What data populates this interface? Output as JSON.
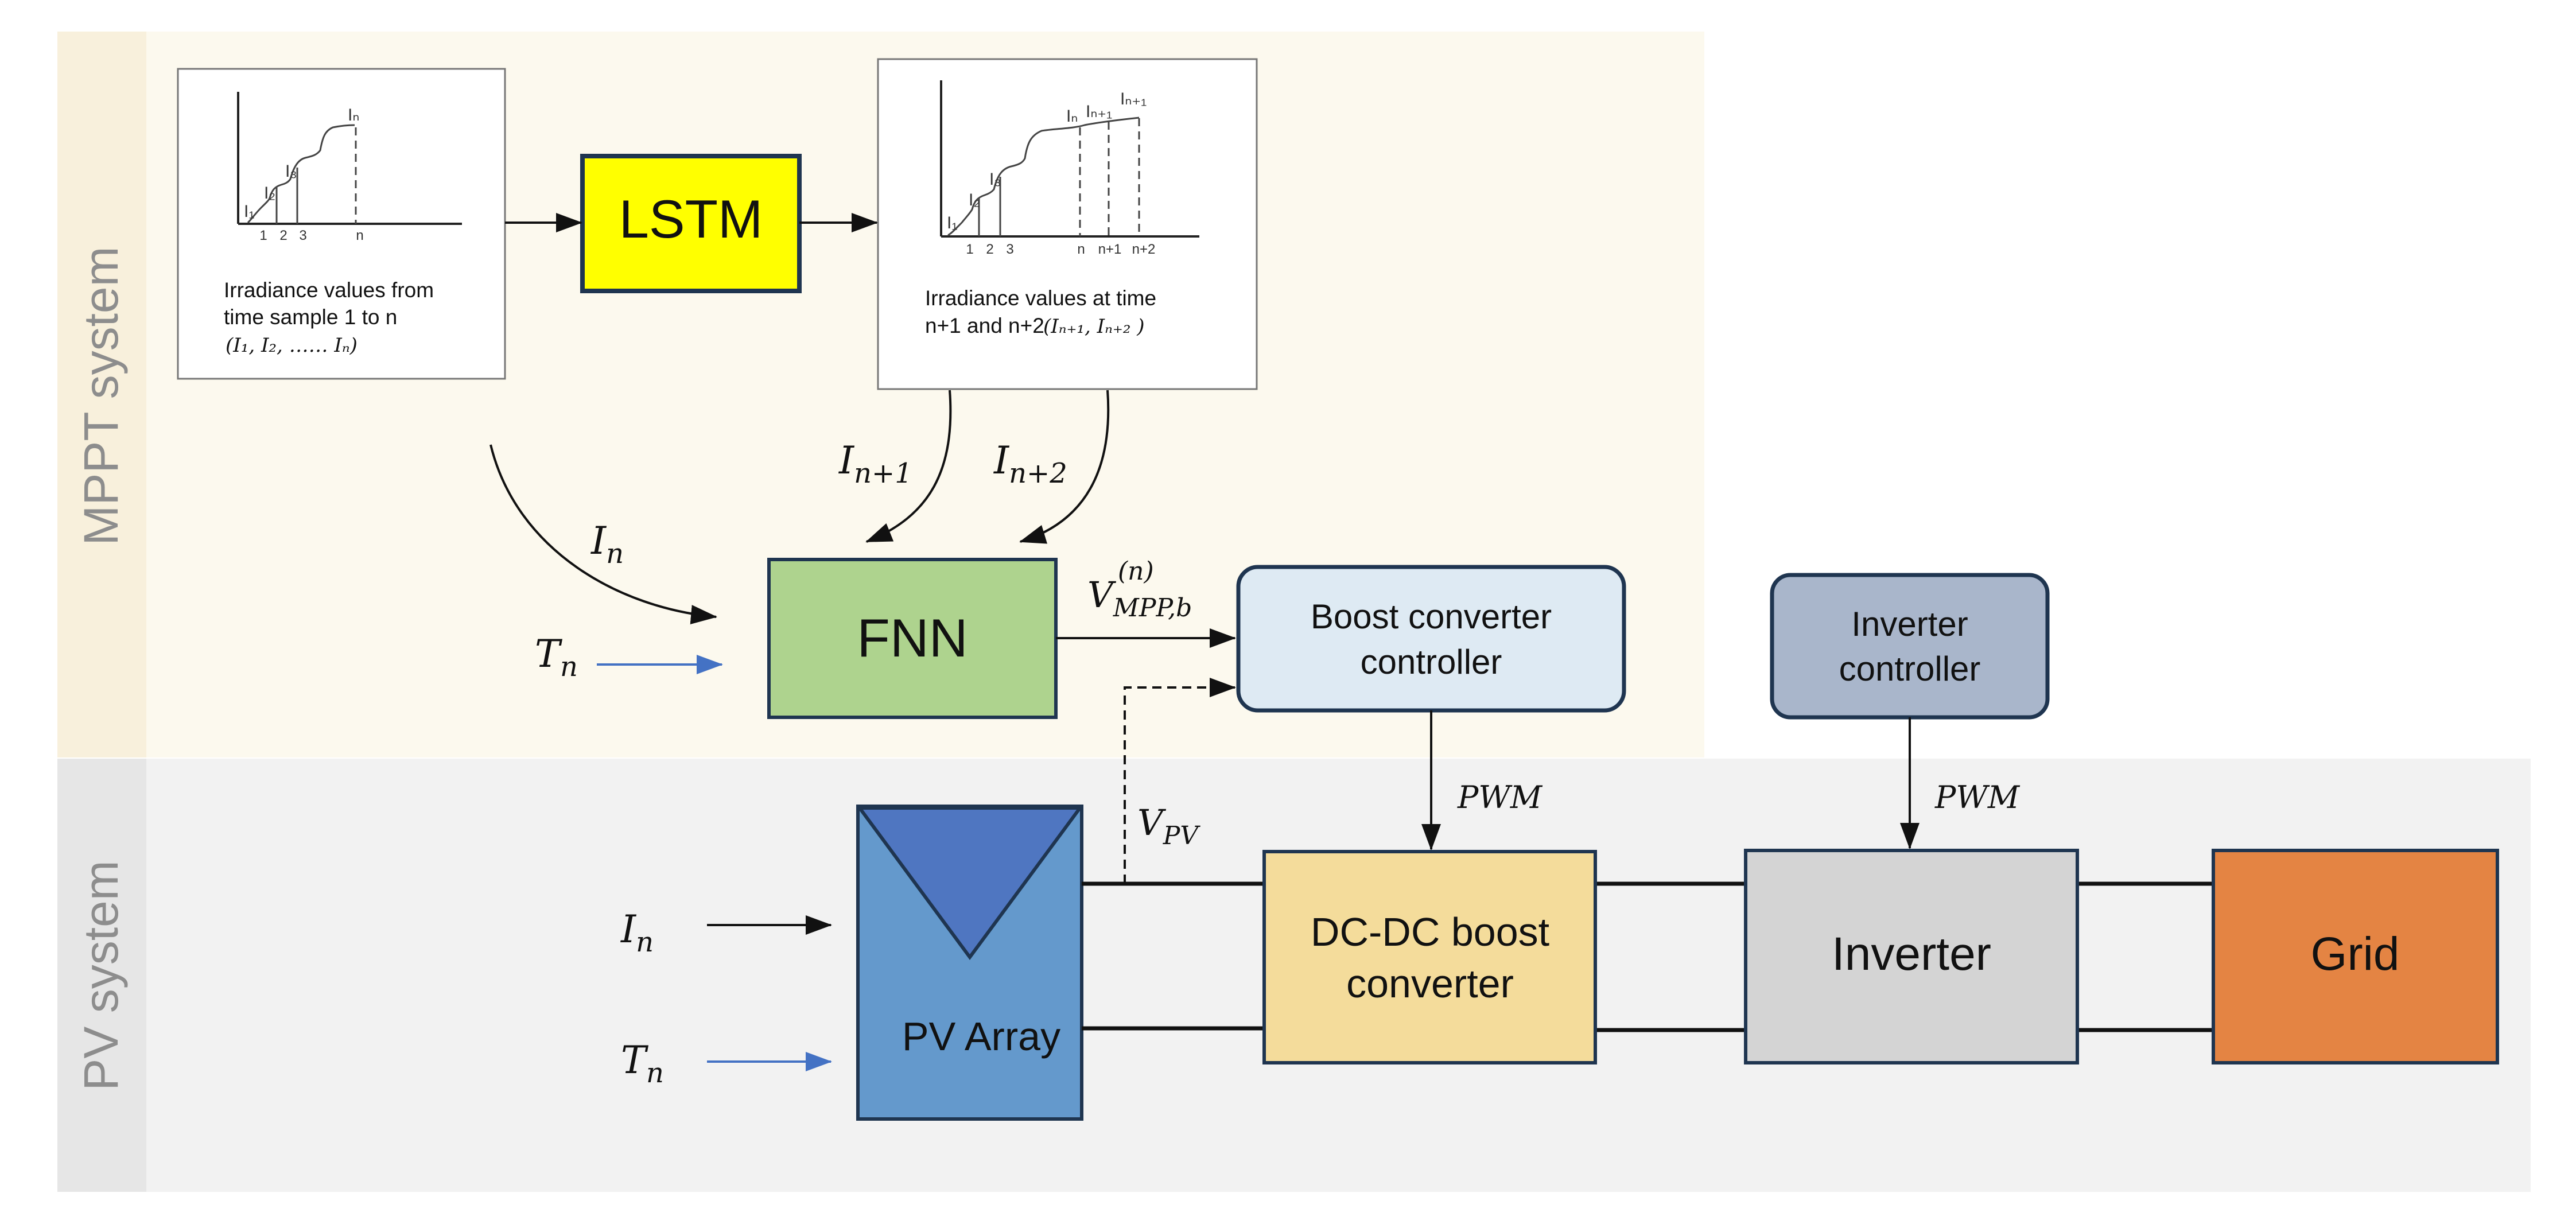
{
  "sections": {
    "mppt": "MPPT system",
    "pv": "PV system"
  },
  "plot_left": {
    "caption_line1": "Irradiance values from",
    "caption_line2": "time sample 1 to n",
    "caption_math": "(I₁, I₂, …… Iₙ)",
    "curve_labels": [
      "I₁",
      "I₂",
      "I₃",
      "Iₙ"
    ],
    "tick_labels": [
      "1",
      "2",
      "3",
      "n"
    ]
  },
  "plot_right": {
    "caption_line1": "Irradiance values at time",
    "caption_line2": "n+1 and n+2",
    "caption_math": "(Iₙ₊₁,  Iₙ₊₂ )",
    "curve_labels": [
      "I₁",
      "I₂",
      "I₃",
      "Iₙ",
      "Iₙ₊₁",
      "Iₙ₊₁"
    ],
    "tick_labels": [
      "1",
      "2",
      "3",
      "n",
      "n+1",
      "n+2"
    ]
  },
  "blocks": {
    "lstm": "LSTM",
    "fnn": "FNN",
    "boost_controller_line1": "Boost converter",
    "boost_controller_line2": "controller",
    "inverter_controller_line1": "Inverter",
    "inverter_controller_line2": "controller",
    "pv_array": "PV Array",
    "dcdc_line1": "DC-DC boost",
    "dcdc_line2": "converter",
    "inverter": "Inverter",
    "grid": "Grid"
  },
  "signals": {
    "i_n1": {
      "base": "I",
      "sub": "n+1"
    },
    "i_n2": {
      "base": "I",
      "sub": "n+2"
    },
    "i_n_top": {
      "base": "I",
      "sub": "n"
    },
    "t_n_top": {
      "base": "T",
      "sub": "n"
    },
    "v_mpp": {
      "base": "V",
      "sub": "MPP,b",
      "sup": "(n)"
    },
    "v_pv": {
      "base": "V",
      "sub": "PV"
    },
    "pwm_boost": "PWM",
    "pwm_inverter": "PWM",
    "i_n_bottom": {
      "base": "I",
      "sub": "n"
    },
    "t_n_bottom": {
      "base": "T",
      "sub": "n"
    }
  },
  "colors": {
    "mppt_band": "#fcf9ee",
    "mppt_label_bg": "#f8f0dc",
    "pv_band": "#f2f2f2",
    "pv_label_bg": "#e6e6e6",
    "lstm": "#ffff00",
    "fnn": "#aed38e",
    "boost_controller": "#deeaf3",
    "inverter_controller": "#a9b6cb",
    "pv_array": "#6499cc",
    "pv_triangle": "#4f76c1",
    "dcdc": "#f4dc9b",
    "inverter": "#d4d4d4",
    "grid": "#e48443",
    "temperature_arrow": "#4472c4"
  }
}
